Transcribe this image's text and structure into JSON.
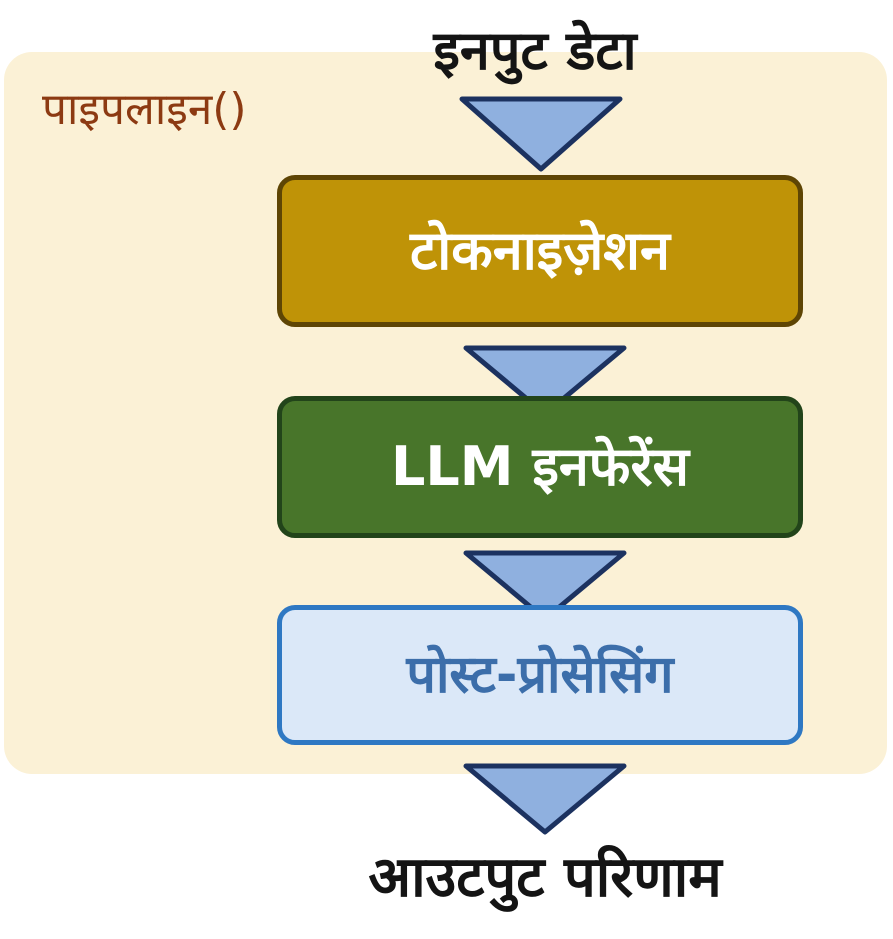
{
  "panel": {
    "label": "पाइपलाइन()",
    "background_color": "#fbf1d6",
    "label_color": "#8c3a12"
  },
  "input": {
    "label": "इनपुट डेटा"
  },
  "stages": [
    {
      "label": "टोकनाइज़ेशन",
      "fill": "#bf9307",
      "border": "#5e4504",
      "text_color": "#ffffff"
    },
    {
      "label": "LLM इनफेरेंस",
      "fill": "#48752a",
      "border": "#22441a",
      "text_color": "#ffffff"
    },
    {
      "label": "पोस्ट-प्रोसेसिंग",
      "fill": "#dbe8f8",
      "border": "#2e78c3",
      "text_color": "#3c6eaa"
    }
  ],
  "output": {
    "label": "आउटपुट परिणाम"
  },
  "arrow_color": {
    "fill": "#8fb0df",
    "stroke": "#1c3260"
  }
}
